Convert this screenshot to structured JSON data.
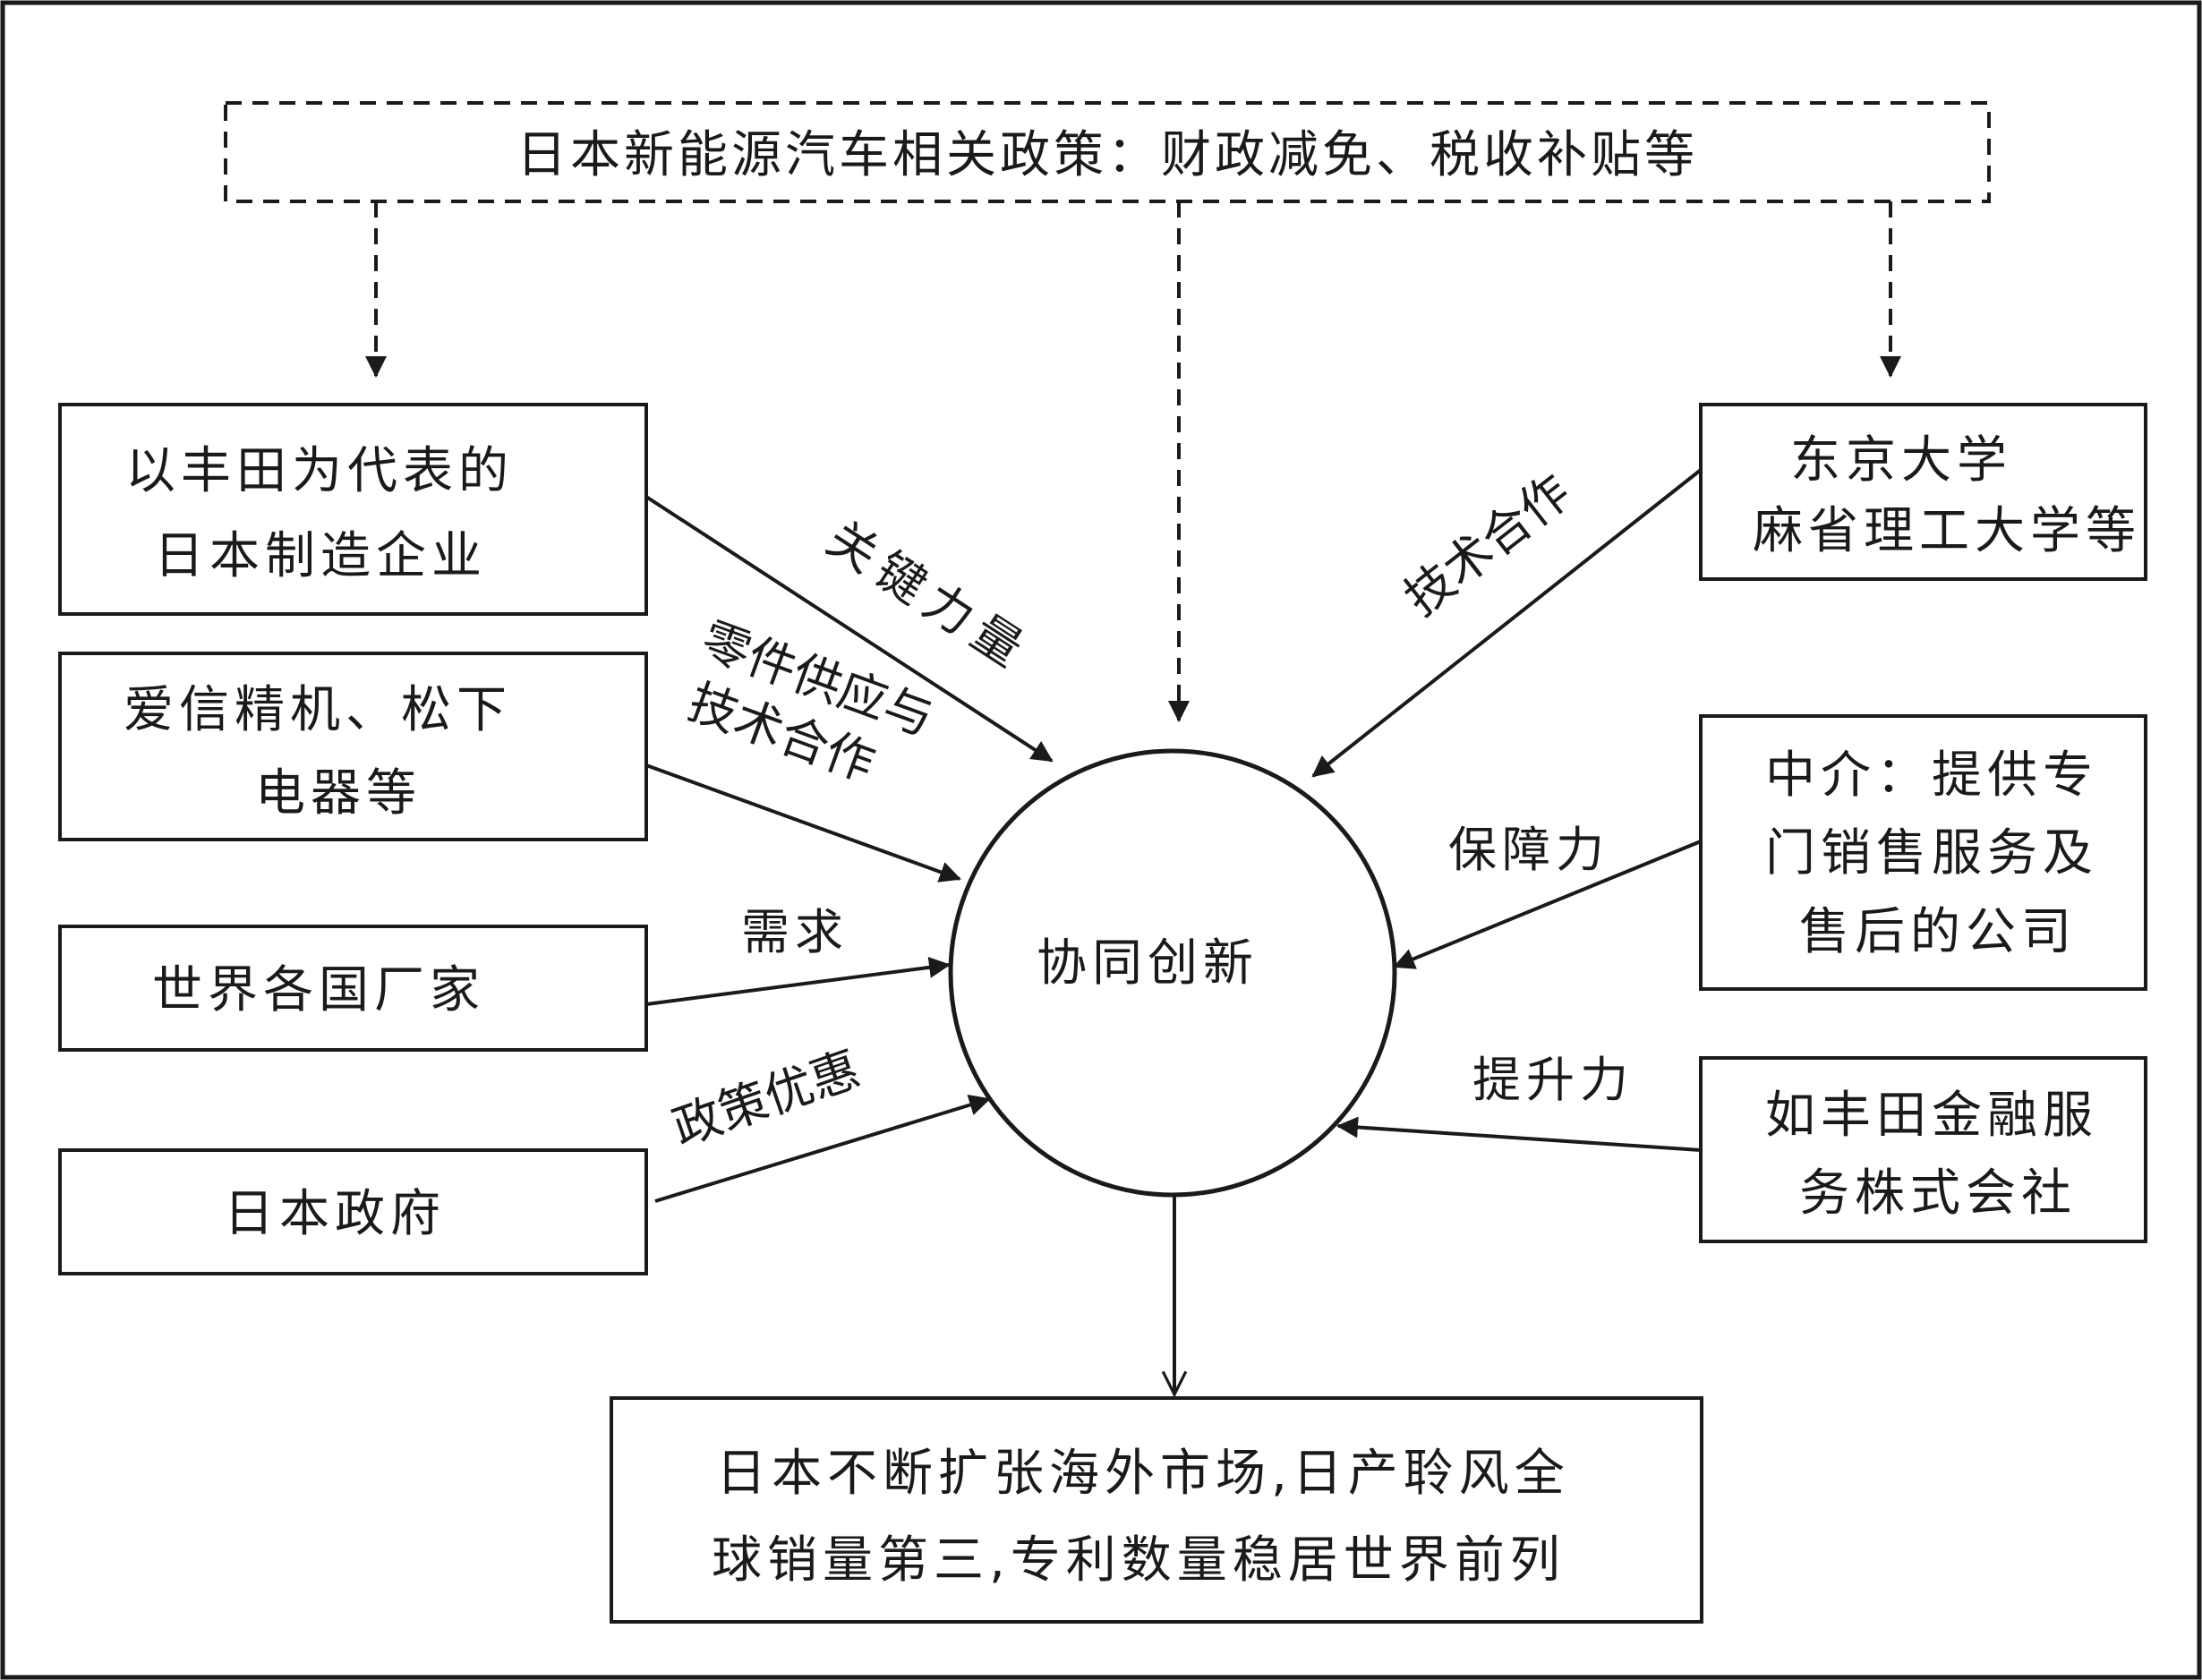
{
  "policy": {
    "label": "日本新能源汽车相关政策：财政减免、税收补贴等"
  },
  "center": {
    "label": "协同创新"
  },
  "left_nodes": [
    {
      "lines": [
        "以丰田为代表的",
        "日本制造企业"
      ],
      "edge_label": [
        "关键力量"
      ]
    },
    {
      "lines": [
        "爱信精机、松下",
        "电器等"
      ],
      "edge_label": [
        "零件供应与",
        "技术合作"
      ]
    },
    {
      "lines": [
        "世界各国厂家"
      ],
      "edge_label": [
        "需求"
      ]
    },
    {
      "lines": [
        "日本政府"
      ],
      "edge_label": [
        "政策优惠"
      ]
    }
  ],
  "right_nodes": [
    {
      "lines": [
        "东京大学",
        "麻省理工大学等"
      ],
      "edge_label": [
        "技术合作"
      ]
    },
    {
      "lines": [
        "中介：提供专",
        "门销售服务及",
        "售后的公司"
      ],
      "edge_label": [
        "保障力"
      ]
    },
    {
      "lines": [
        "如丰田金融服",
        "务株式会社"
      ],
      "edge_label": [
        "提升力"
      ]
    }
  ],
  "outcome": {
    "lines": [
      "日本不断扩张海外市场,日产聆风全",
      "球销量第三,专利数量稳居世界前列"
    ]
  }
}
